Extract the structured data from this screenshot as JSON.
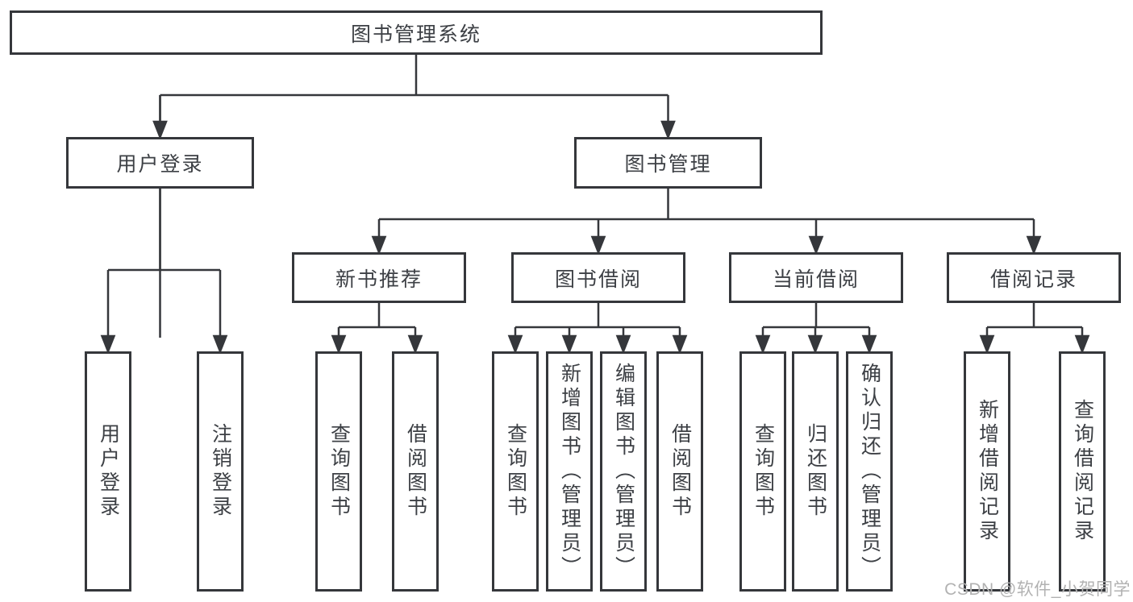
{
  "diagram": {
    "root": {
      "label": "图书管理系统"
    },
    "branches": [
      {
        "label": "用户登录",
        "children": [
          {
            "label": "用户登录"
          },
          {
            "label": "注销登录"
          }
        ]
      },
      {
        "label": "图书管理",
        "children": [
          {
            "label": "新书推荐",
            "children": [
              {
                "label": "查询图书"
              },
              {
                "label": "借阅图书"
              }
            ]
          },
          {
            "label": "图书借阅",
            "children": [
              {
                "label": "查询图书"
              },
              {
                "label": "新增图书（管理员）"
              },
              {
                "label": "编辑图书（管理员）"
              },
              {
                "label": "借阅图书"
              }
            ]
          },
          {
            "label": "当前借阅",
            "children": [
              {
                "label": "查询图书"
              },
              {
                "label": "归还图书"
              },
              {
                "label": "确认归还（管理员）"
              }
            ]
          },
          {
            "label": "借阅记录",
            "children": [
              {
                "label": "新增借阅记录"
              },
              {
                "label": "查询借阅记录"
              }
            ]
          }
        ]
      }
    ]
  },
  "watermark": "CSDN @软件_小贺同学",
  "colors": {
    "line": "#35373b",
    "border": "#35373b",
    "text": "#3d4045",
    "watermark": "#b2b2b2",
    "background": "#ffffff"
  }
}
